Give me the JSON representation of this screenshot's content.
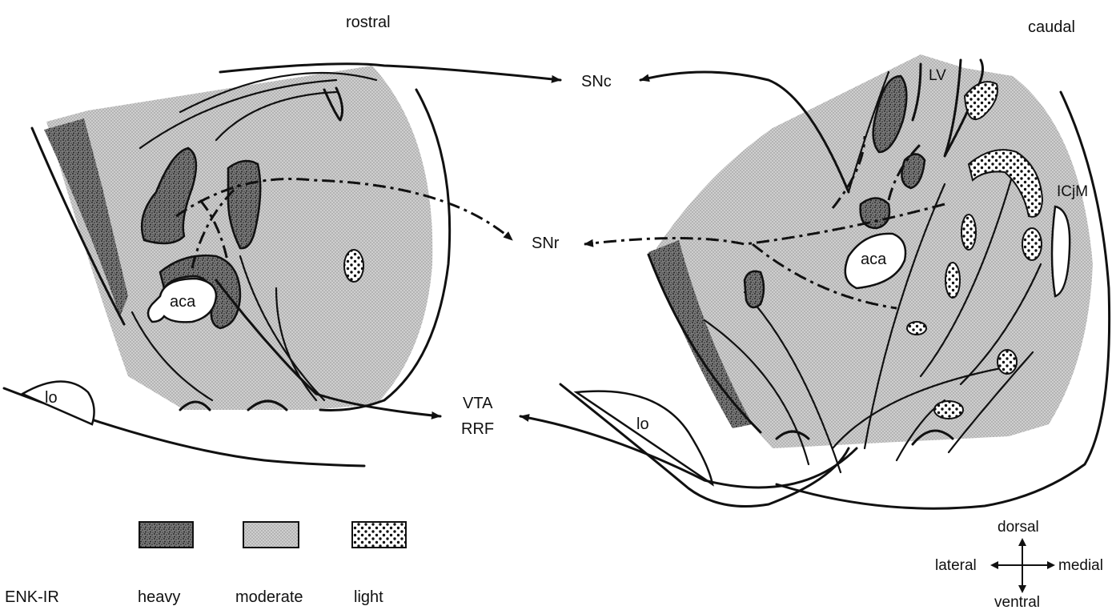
{
  "titles": {
    "left": "rostral",
    "right": "caudal"
  },
  "targets": {
    "snc": "SNc",
    "snr": "SNr",
    "vta": "VTA",
    "rrf": "RRF"
  },
  "regions": {
    "aca_left": "aca",
    "aca_right": "aca",
    "lo_left": "lo",
    "lo_right": "lo",
    "lv": "LV",
    "icjm": "ICjM"
  },
  "legend": {
    "title": "ENK-IR",
    "items": [
      {
        "label": "heavy",
        "pattern": "heavy"
      },
      {
        "label": "moderate",
        "pattern": "moderate"
      },
      {
        "label": "light",
        "pattern": "light"
      }
    ]
  },
  "compass": {
    "up": "dorsal",
    "down": "ventral",
    "left": "lateral",
    "right": "medial"
  },
  "colors": {
    "ink": "#111111",
    "moderate_fill": "#c9c9c9",
    "heavy_fill": "#6e6e6e",
    "light_fill": "#f2f2f2"
  }
}
